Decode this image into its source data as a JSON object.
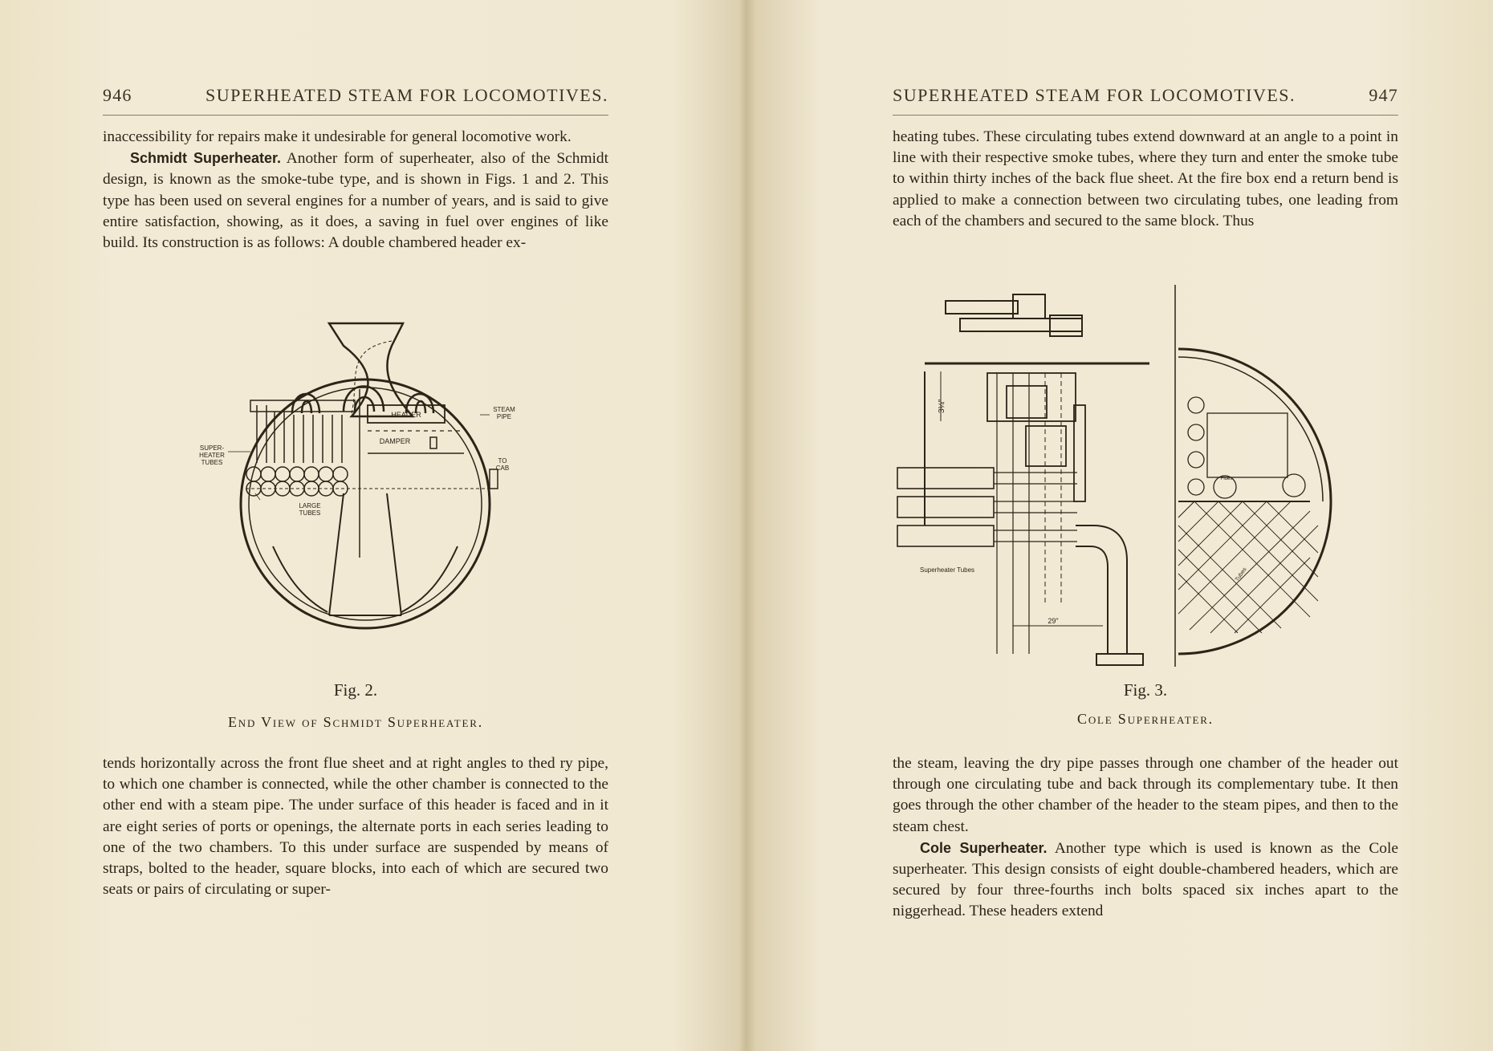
{
  "left_page": {
    "page_number": "946",
    "running_title": "SUPERHEATED STEAM FOR LOCOMOTIVES.",
    "para1": "inaccessibility for repairs make it undesirable for general locomotive work.",
    "para2_heading": "Schmidt Superheater.",
    "para2_body": " Another form of superheater, also of the Schmidt design, is known as the smoke-tube type, and is shown in Figs. 1 and 2. This type has been used on several engines for a number of years, and is said to give entire satisfaction, showing, as it does, a saving in fuel over engines of like build. Its construction is as follows: A double chambered header ex-",
    "figure": {
      "label": "Fig. 2.",
      "title": "End View of Schmidt Superheater.",
      "labels": {
        "header": "HEADER",
        "damper": "DAMPER",
        "steam_pipe_1": "STEAM",
        "steam_pipe_2": "PIPE",
        "super_1": "SUPER-",
        "super_2": "HEATER",
        "super_3": "TUBES",
        "to_cab_1": "TO",
        "to_cab_2": "CAB",
        "large_tubes_1": "LARGE",
        "large_tubes_2": "TUBES"
      }
    },
    "para3": "tends horizontally across the front flue sheet and at right angles to thed ry pipe, to which one chamber is connected, while the other chamber is connected to the other end with a steam pipe. The under surface of this header is faced and in it are eight series of ports or openings, the alternate ports in each series leading to one of the two chambers. To this under surface are suspended by means of straps, bolted to the header, square blocks, into each of which are secured two seats or pairs of circulating or super-"
  },
  "right_page": {
    "page_number": "947",
    "running_title": "SUPERHEATED STEAM FOR LOCOMOTIVES.",
    "para1": "heating tubes. These circulating tubes extend downward at an angle to a point in line with their respective smoke tubes, where they turn and enter the smoke tube to within thirty inches of the back flue sheet. At the fire box end a return bend is applied to make a connection between two circulating tubes, one leading from each of the chambers and secured to the same block. Thus",
    "figure": {
      "label": "Fig. 3.",
      "title": "Cole Superheater.",
      "labels": {
        "superheater_tubes": "Superheater Tubes",
        "dim_29": "29\"",
        "dim_left": "3¼\"",
        "flues": "Flues",
        "tubes_spacing": "Tubes"
      }
    },
    "para2": "the steam, leaving the dry pipe passes through one chamber of the header out through one circulating tube and back through its complementary tube. It then goes through the other chamber of the header to the steam pipes, and then to the steam chest.",
    "para3_heading": "Cole Superheater.",
    "para3_body": " Another type which is used is known as the Cole superheater. This design consists of eight double-chambered headers, which are secured by four three-fourths inch bolts spaced six inches apart to the niggerhead. These headers extend"
  }
}
